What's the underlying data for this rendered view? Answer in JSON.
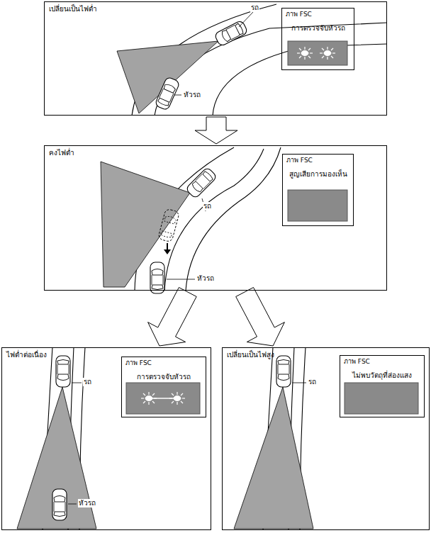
{
  "diagram": {
    "nodes": [
      {
        "text": [
          "เปลี่ยนเป็นไฟต่ำ"
        ]
      },
      {
        "text": [
          "ภาพ FSC",
          "การตรวจจับหัวรถ"
        ],
        "in": 0
      },
      {
        "text": [
          "คงไฟต่ำ"
        ]
      },
      {
        "text": [
          "ภาพ FSC",
          "สูญเสียการมองเห็น"
        ],
        "in": 2
      },
      {
        "text": [
          "ไฟต่ำต่อเนื่อง"
        ]
      },
      {
        "text": [
          "ภาพ FSC",
          "การตรวจจับหัวรถ"
        ],
        "in": 4
      },
      {
        "text": [
          "เปลี่ยนเป็นไฟสูง"
        ]
      },
      {
        "text": [
          "ภาพ FSC",
          "ไม่พบวัตถุที่ส่องแสง"
        ],
        "in": 6
      }
    ],
    "edges": [
      {
        "from": 0,
        "to": 2,
        "arrow": "to"
      },
      {
        "from": 2,
        "to": 4,
        "arrow": "to"
      },
      {
        "from": 2,
        "to": 6,
        "arrow": "to"
      }
    ],
    "labels": [
      "รถ",
      "หัวรถ",
      "รถ",
      "หัวรถ",
      "รถ",
      "หัวรถ",
      "รถ"
    ]
  }
}
